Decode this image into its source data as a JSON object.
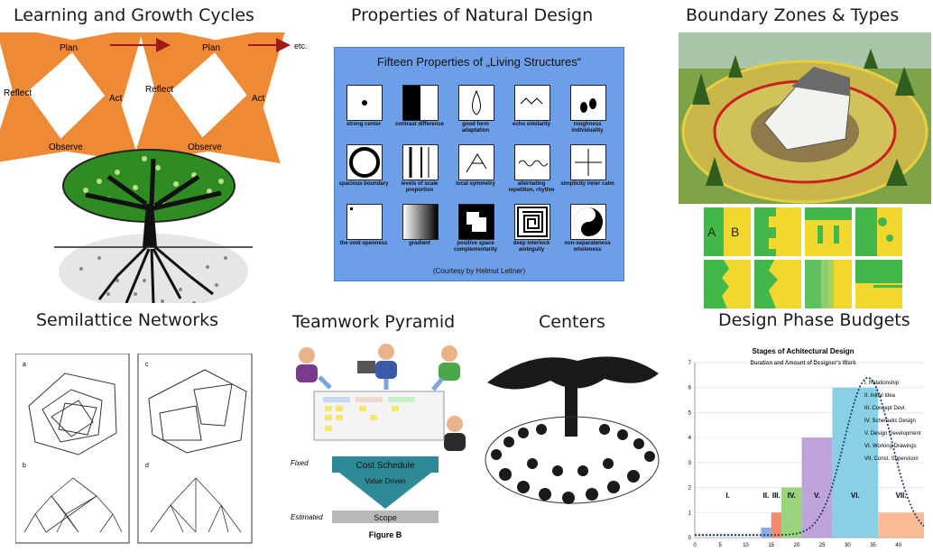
{
  "titles": {
    "learning": "Learning and Growth Cycles",
    "properties": "Properties of Natural Design",
    "boundary": "Boundary Zones & Types",
    "semilattice": "Semilattice Networks",
    "teamwork": "Teamwork Pyramid",
    "centers": "Centers",
    "budgets": "Design Phase Budgets"
  },
  "cycle": {
    "plan": "Plan",
    "act": "Act",
    "observe": "Observe",
    "reflect": "Reflect",
    "etc": "etc."
  },
  "living": {
    "heading": "Fifteen  Properties of „Living Structures“",
    "credit": "(Courtesy by Helmut Leitner)",
    "items": [
      "strong center",
      "contrast difference",
      "good form adaptation",
      "echo similarity",
      "roughness individuality",
      "spacious boundary",
      "levels of scale proportion",
      "local symmetry",
      "alternating repetition, rhythm",
      "simplicity inner calm",
      "the void openness",
      "gradient",
      "positive space complementarity",
      "deep interlock ambiguity",
      "non-separateness wholeness"
    ]
  },
  "boundary_labels": {
    "a": "A",
    "b": "B"
  },
  "semilattice_labels": [
    "a",
    "c",
    "b",
    "d"
  ],
  "pyramid": {
    "fixed": "Fixed",
    "estimated": "Estimated",
    "cost_schedule": "Cost  Schedule",
    "value_driven": "Value Driven",
    "scope": "Scope",
    "figure": "Figure B"
  },
  "chart_data": {
    "type": "bar",
    "title": "Stages of Achitectural Design",
    "subtitle": "Duration and Amount of Designer's Work",
    "ylim": [
      0,
      7
    ],
    "yticks": [
      0,
      1,
      2,
      3,
      4,
      5,
      6,
      7
    ],
    "xlim": [
      0,
      45
    ],
    "xticks": [
      0,
      5,
      10,
      15,
      20,
      25,
      30,
      35,
      40
    ],
    "stages": [
      {
        "roman": "I.",
        "start": 0,
        "end": 13,
        "value": 0.2,
        "color": "#e8e8e8"
      },
      {
        "roman": "II.",
        "start": 13,
        "end": 15,
        "value": 0.4,
        "color": "#7aa8e0"
      },
      {
        "roman": "III.",
        "start": 15,
        "end": 17,
        "value": 1.0,
        "color": "#f08060"
      },
      {
        "roman": "IV.",
        "start": 17,
        "end": 21,
        "value": 2.0,
        "color": "#8fd070"
      },
      {
        "roman": "V.",
        "start": 21,
        "end": 27,
        "value": 4.0,
        "color": "#b89ad8"
      },
      {
        "roman": "VI.",
        "start": 27,
        "end": 36,
        "value": 6.0,
        "color": "#7ccbe3"
      },
      {
        "roman": "VII.",
        "start": 36,
        "end": 45,
        "value": 1.0,
        "color": "#f8b48a"
      }
    ],
    "legend": [
      "I. Relationship",
      "II. Initial Idea",
      "III. Concept Devl.",
      "IV. Schematic Design",
      "V. Design Development",
      "VI. Working Drawings",
      "VII. Const. Supervison"
    ]
  }
}
